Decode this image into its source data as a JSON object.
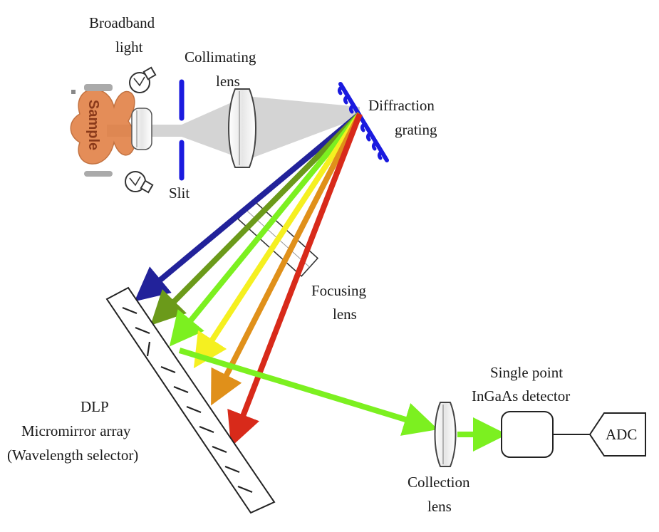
{
  "labels": {
    "broadband_line1": "Broadband",
    "broadband_line2": "light",
    "collimating_line1": "Collimating",
    "collimating_line2": "lens",
    "diffraction_line1": "Diffraction",
    "diffraction_line2": "grating",
    "slit": "Slit",
    "sample": "Sample",
    "focusing_line1": "Focusing",
    "focusing_line2": "lens",
    "dlp_line1": "DLP",
    "dlp_line2": "Micromirror array",
    "dlp_line3": "(Wavelength selector)",
    "detector_line1": "Single point",
    "detector_line2": "InGaAs detector",
    "adc": "ADC",
    "collection_line1": "Collection",
    "collection_line2": "lens"
  },
  "colors": {
    "slit": "#1a1adf",
    "grating": "#1a1adf",
    "sample": "#e07a3c",
    "beam": "#c8c8c8",
    "ray_violet": "#22229a",
    "ray_olive": "#6b9a1a",
    "ray_green": "#7cf020",
    "ray_yellow": "#f5f020",
    "ray_orange": "#e0901a",
    "ray_red": "#d82a1a",
    "output_ray": "#7cf020"
  }
}
